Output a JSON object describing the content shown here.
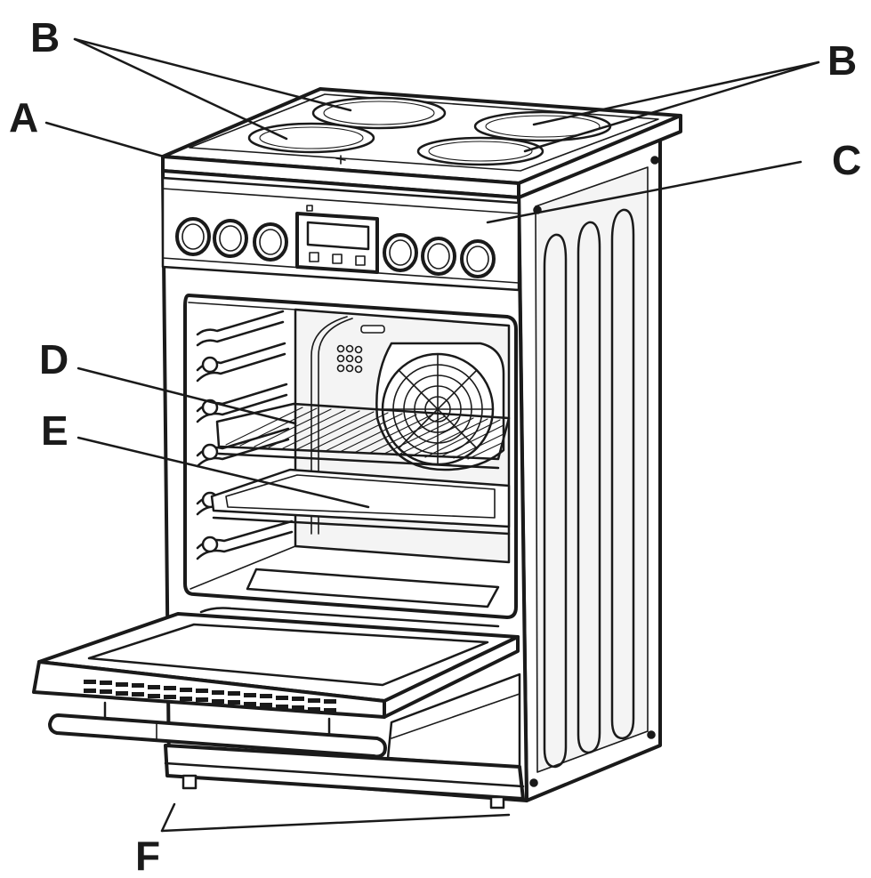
{
  "labels": {
    "b_left": "B",
    "b_right": "B",
    "a": "A",
    "c": "C",
    "d": "D",
    "e": "E",
    "f": "F"
  },
  "icons": {
    "appliance": "electric-cooker-icon"
  },
  "colors": {
    "line": "#1a1a1a",
    "background": "#ffffff"
  }
}
